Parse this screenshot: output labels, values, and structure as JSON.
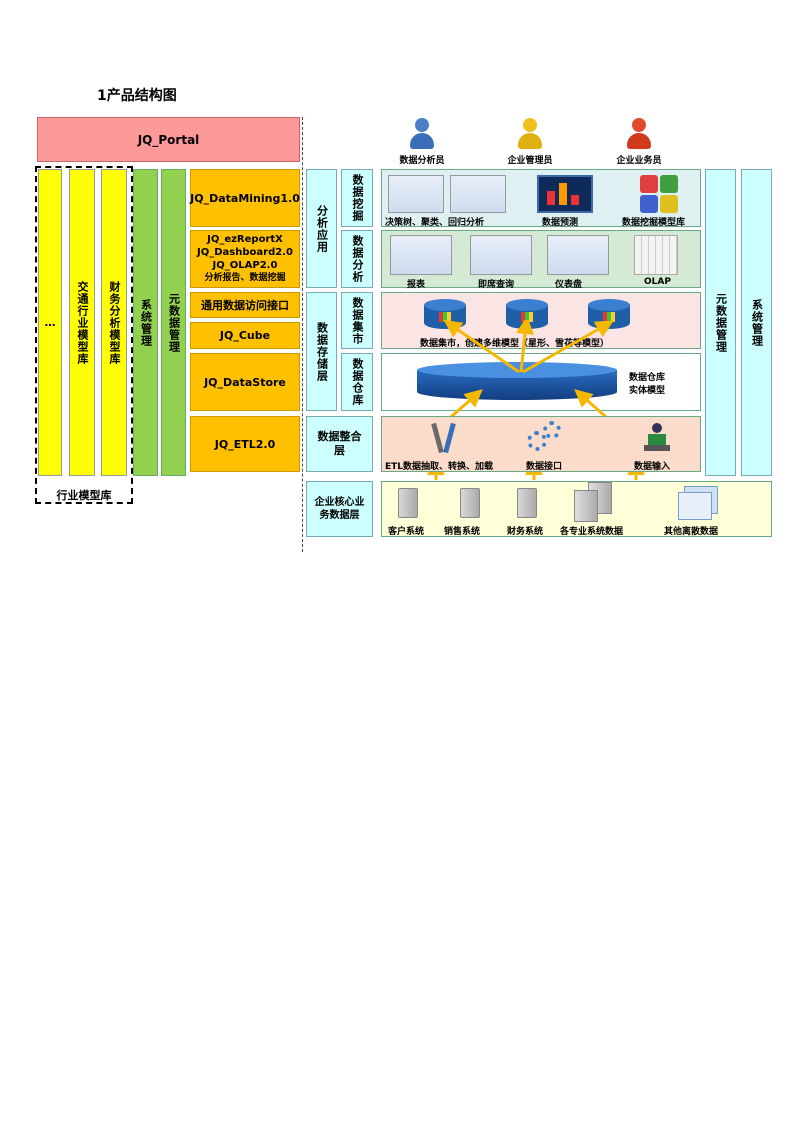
{
  "title": "1产品结构图",
  "left": {
    "portal": "JQ_Portal",
    "industry_columns": [
      "…",
      "交通行业模型库",
      "财务分析模型库"
    ],
    "industry_label": "行业模型库",
    "green_columns": [
      "系统管理",
      "元数据管理"
    ],
    "products": {
      "datamining": "JQ_DataMining1.0",
      "report_lines": [
        "JQ_ezReportX",
        "JQ_Dashboard2.0",
        "JQ_OLAP2.0",
        "分析报告、数据挖掘"
      ],
      "access": "通用数据访问接口",
      "cube": "JQ_Cube",
      "datastore": "JQ_DataStore",
      "etl": "JQ_ETL2.0"
    }
  },
  "right": {
    "users": [
      "数据分析员",
      "企业管理员",
      "企业业务员"
    ],
    "layers": {
      "analysis_app": "分析应用",
      "data_mining": "数据挖掘",
      "data_analysis": "数据分析",
      "storage": "数据存储层",
      "datamart": "数据集市",
      "warehouse": "数据仓库",
      "integration": "数据整合层",
      "core": "企业核心业务数据层"
    },
    "mining_items": [
      "决策树、聚类、回归分析",
      "数据预测",
      "数据挖掘模型库"
    ],
    "analysis_items": [
      "报表",
      "即席查询",
      "仪表盘",
      "OLAP"
    ],
    "datamart_caption": "数据集市，创建多维模型（星形、雪花等模型）",
    "warehouse_caption": [
      "数据仓库",
      "实体模型"
    ],
    "integration_items": [
      "ETL数据抽取、转换、加载",
      "数据接口",
      "数据输入"
    ],
    "core_items": [
      "客户系统",
      "销售系统",
      "财务系统",
      "各专业系统数据",
      "其他离散数据"
    ],
    "side_columns": [
      "元数据管理",
      "系统管理"
    ]
  },
  "colors": {
    "portal": "#fd9999",
    "yellow": "#ffff00",
    "green": "#92d050",
    "orange": "#ffc000",
    "cyan": "#ccffff",
    "mining_panel": "#dff0f2",
    "analysis_panel": "#d4ead4",
    "mart_panel": "#fbe4e4",
    "integration_panel": "#fbdccb",
    "core_panel": "#ffffd8",
    "cylinder": "#1f5fa8"
  }
}
